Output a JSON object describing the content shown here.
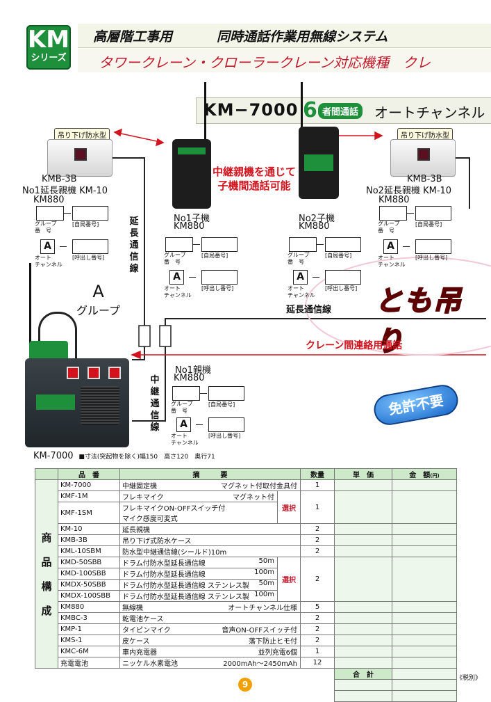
{
  "header": {
    "badge_top": "KM",
    "badge_bottom": "シリーズ",
    "title1_a": "高層階工事用",
    "title1_b": "同時通話作業用無線システム",
    "title2": "タワークレーン・クローラークレーン対応機種　クレ"
  },
  "banner": {
    "model": "KM−7000",
    "six": "6",
    "pill": "者間通話",
    "auto": "オートチャンネル"
  },
  "diagram": {
    "tag_left": "吊り下げ防水型",
    "tag_right": "吊り下げ防水型",
    "left_unit": {
      "l1": "KMB-3B",
      "l2": "No1延長親機 KM-10",
      "l3": "KM880"
    },
    "right_unit": {
      "l1": "KMB-3B",
      "l2": "No2延長親機 KM-10",
      "l3": "KM880"
    },
    "no1_child": {
      "l1": "No1子機",
      "l2": "KM880"
    },
    "no2_child": {
      "l1": "No2子機",
      "l2": "KM880"
    },
    "no1_parent": {
      "l1": "No1親機",
      "l2": "KM880"
    },
    "field_group": "グループ番号",
    "field_group_l1": "グループ",
    "field_group_l2": "番　号",
    "field_own": "[自局番号]",
    "field_auto_l1": "オート",
    "field_auto_l2": "チャンネル",
    "field_call": "[呼出し番号]",
    "slot_a": "A",
    "ext_line_v": "延長通信線",
    "ext_line_h": "延長通信線",
    "relay_line": "中継通信線",
    "red_note_l1": "中継親機を通じて",
    "red_note_l2": "子機間通話可能",
    "tomo": "とも吊り",
    "crane_link": "クレーン間連絡用通話",
    "menkyo": "免許不要",
    "group_a": "A",
    "group_label": "グループ",
    "base_model": "KM-7000",
    "base_dims": "■寸法(突起物を除く)幅150　高さ120　奥行71"
  },
  "table": {
    "headers": [
      "品　番",
      "摘　　　要",
      "数量",
      "単　価",
      "金　額"
    ],
    "amount_unit": "(円)",
    "side_label": [
      "商",
      "品",
      "構",
      "成"
    ],
    "select_label": "選択",
    "rows": [
      {
        "code": "KM-7000",
        "desc": "中継固定機",
        "desc_r": "マグネット付取付金具付",
        "qty": "1"
      },
      {
        "code": "KMF-1M",
        "desc": "フレキマイク",
        "desc_r": "マグネット付",
        "qty": ""
      },
      {
        "code": "KMF-1SM",
        "desc": "フレキマイクON-OFFスイッチ付",
        "desc2": "マイク感度可変式",
        "qty": "1"
      },
      {
        "code": "KM-10",
        "desc": "延長親機",
        "desc_r": "",
        "qty": "2"
      },
      {
        "code": "KMB-3B",
        "desc": "吊り下げ式防水ケース",
        "desc_r": "",
        "qty": "2"
      },
      {
        "code": "KML-10SBM",
        "desc": "防水型中継通信線(シールド)10m",
        "desc_r": "",
        "qty": "2"
      },
      {
        "code": "KMD-50SBB",
        "desc": "ドラム付防水型延長通信線",
        "desc_r": "50m",
        "qty": ""
      },
      {
        "code": "KMD-100SBB",
        "desc": "ドラム付防水型延長通信線",
        "desc_r": "100m",
        "qty": "2"
      },
      {
        "code": "KMDX-50SBB",
        "desc": "ドラム付防水型延長通信線 ステンレス製",
        "desc_r": "50m",
        "qty": ""
      },
      {
        "code": "KMDX-100SBB",
        "desc": "ドラム付防水型延長通信線 ステンレス製",
        "desc_r": "100m",
        "qty": ""
      },
      {
        "code": "KM880",
        "desc": "無線機",
        "desc_r": "オートチャンネル仕様",
        "qty": "5"
      },
      {
        "code": "KMBC-3",
        "desc": "乾電池ケース",
        "desc_r": "",
        "qty": "2"
      },
      {
        "code": "KMP-1",
        "desc": "タイピンマイク",
        "desc_r": "音声ON-OFFスイッチ付",
        "qty": "2"
      },
      {
        "code": "KMS-1",
        "desc": "皮ケース",
        "desc_r": "落下防止ヒモ付",
        "qty": "2"
      },
      {
        "code": "KMC-6M",
        "desc": "車内充電器",
        "desc_r": "並列充電6個",
        "qty": "1"
      },
      {
        "code": "充電電池",
        "desc": "ニッケル水素電池",
        "desc_r": "2000mAh〜2450mAh",
        "qty": "12"
      }
    ],
    "total_label": "合　計"
  },
  "page_number": "9",
  "tax_note": "《税別》",
  "colors": {
    "green": "#1e8f3a",
    "red": "#d2141e"
  }
}
